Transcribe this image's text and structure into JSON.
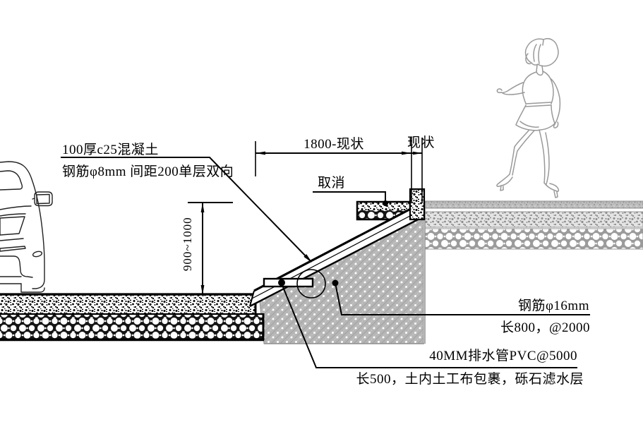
{
  "drawing": {
    "labels": {
      "concrete_line1": "100厚c25混凝土",
      "concrete_line2": "钢筋φ8mm 间距200单层双向",
      "cancel": "取消",
      "anchor_line1": "钢筋φ16mm",
      "anchor_line2": "长800，@2000",
      "drain_line1": "40MM排水管PVC@5000",
      "drain_line2": "长500，土内土工布包裹，砾石滤水层"
    },
    "dimensions": {
      "width_main": "1800-现状",
      "width_existing": "现状",
      "height_range": "900~1000"
    },
    "colors": {
      "line_black": "#000000",
      "existing_gray": "#9a9a9a",
      "figure_gray": "#999999",
      "background": "#ffffff"
    }
  }
}
